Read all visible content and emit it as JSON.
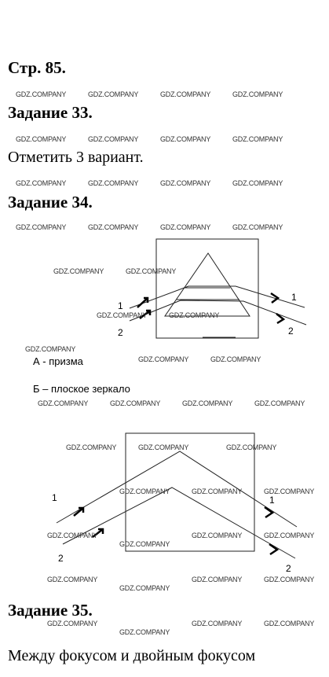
{
  "page_heading": "Стр. 85.",
  "task33": {
    "title": "Задание 33.",
    "answer": "Отметить 3 вариант."
  },
  "task34": {
    "title": "Задание 34.",
    "diagram_a": {
      "label_in_1": "1",
      "label_in_2": "2",
      "label_out_1": "1",
      "label_out_2": "2"
    },
    "caption_a": "А - призма",
    "caption_b": "Б – плоское зеркало",
    "diagram_b": {
      "label_in_1": "1",
      "label_in_2": "2",
      "label_out_1": "1",
      "label_out_2": "2"
    }
  },
  "task35": {
    "title": "Задание 35.",
    "answer": "Между фокусом и двойным фокусом"
  },
  "watermark_text": "GDZ.COMPANY"
}
